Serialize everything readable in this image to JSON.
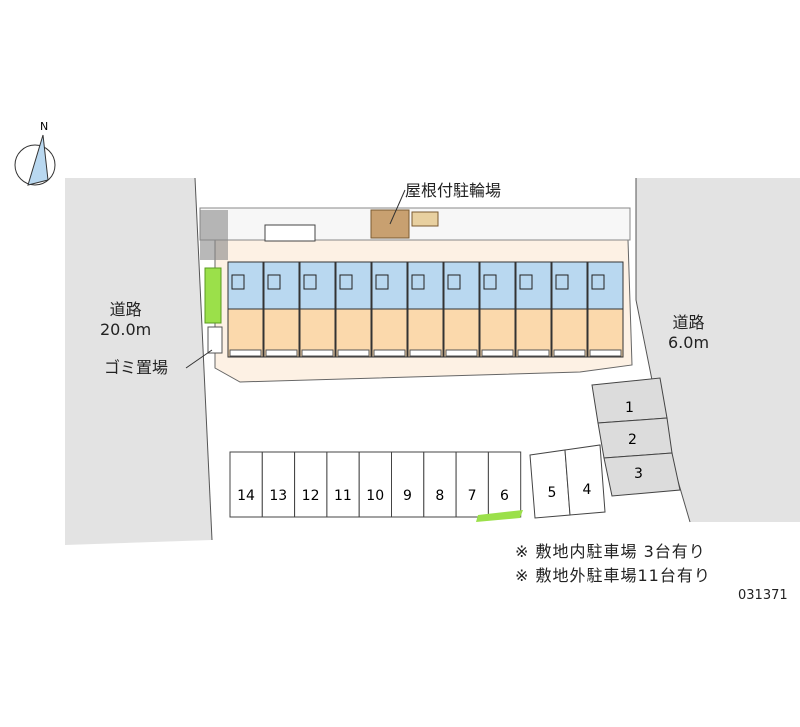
{
  "labels": {
    "road_left": {
      "name": "道路",
      "width": "20.0m"
    },
    "road_right": {
      "name": "道路",
      "width": "6.0m"
    },
    "garbage": "ゴミ置場",
    "bicycle_parking": "屋根付駐輪場"
  },
  "parking_onsite": [
    "1",
    "2",
    "3"
  ],
  "parking_row_slanted": [
    "5",
    "4"
  ],
  "parking_row_main": [
    "14",
    "13",
    "12",
    "11",
    "10",
    "9",
    "8",
    "7",
    "6"
  ],
  "notes": [
    "※ 敷地内駐車場 3台有り",
    "※ 敷地外駐車場11台有り"
  ],
  "code": "031371",
  "compass_label": "N",
  "unit_count": 11,
  "colors": {
    "road": "#e3e3e3",
    "wet_area": "#b9d8f0",
    "living": "#fbd9ac",
    "green": "#9be04a",
    "site": "#fdf1e4",
    "bike": "#c8a070"
  }
}
